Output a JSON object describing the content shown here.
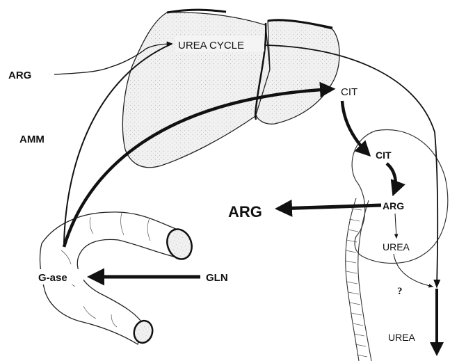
{
  "labels": {
    "urea_cycle": "UREA CYCLE",
    "arg_left": "ARG",
    "amm": "AMM",
    "cit_liver": "CIT",
    "cit_kidney": "CIT",
    "arg_kidney": "ARG",
    "arg_output": "ARG",
    "urea_kidney": "UREA",
    "question": "?",
    "urea_output": "UREA",
    "gase": "G-ase",
    "gln": "GLN"
  },
  "colors": {
    "ink": "#111111",
    "organ_fill": "#ececec",
    "background": "#ffffff"
  }
}
